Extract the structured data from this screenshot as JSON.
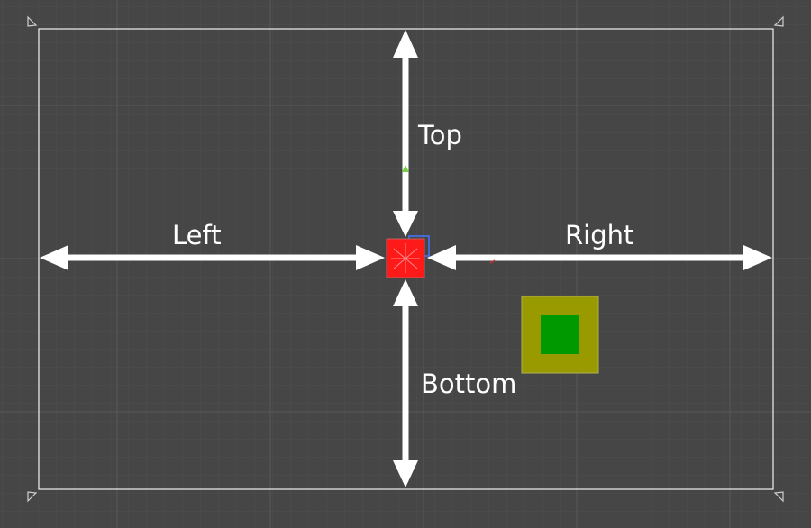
{
  "diagram": {
    "labels": {
      "top": "Top",
      "bottom": "Bottom",
      "left": "Left",
      "right": "Right"
    }
  },
  "colors": {
    "background": "#464646",
    "grid": "#515151",
    "frame": "#f0f0f0",
    "arrow": "#ffffff",
    "pivot_square": "#ff1a1a",
    "outer_square": "#999900",
    "inner_square": "#009900",
    "gizmo_blue": "#4477ff"
  },
  "icons": {
    "frame_corner_handles": "triangle-handle-icon",
    "pivot": "pivot-square-icon"
  }
}
